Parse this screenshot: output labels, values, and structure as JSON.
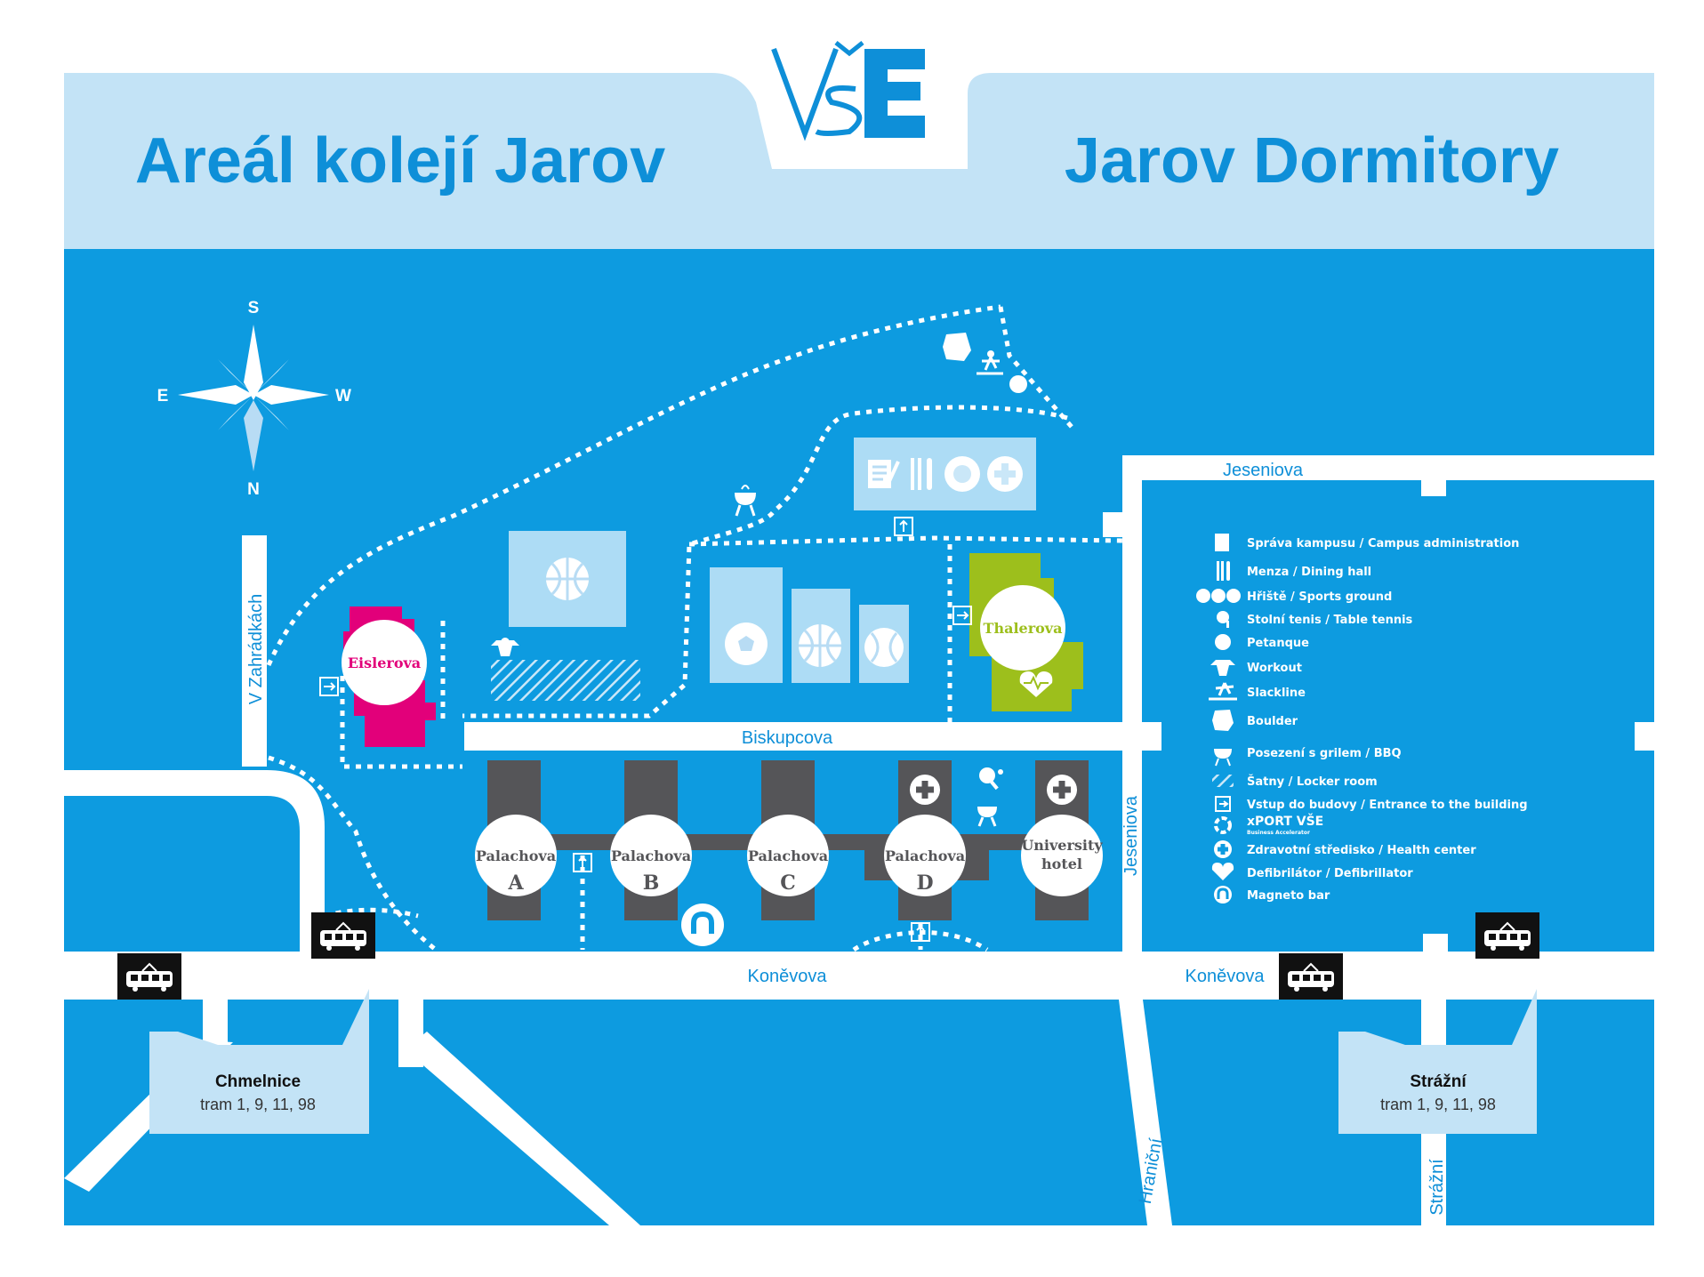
{
  "header": {
    "logo_text": "VŠE",
    "title_cz": "Areál kolejí Jarov",
    "title_en": "Jarov Dormitory"
  },
  "compass": {
    "north": "N",
    "south": "S",
    "east": "E",
    "west": "W"
  },
  "streets": {
    "v_zahradkach": "V Zahrádkách",
    "biskupcova": "Biskupcova",
    "jeseniova_top": "Jeseniova",
    "jeseniova_side": "Jeseniova",
    "konevova_left": "Koněvova",
    "konevova_right": "Koněvova",
    "hranicni": "Hraniční",
    "strazni": "Strážní"
  },
  "buildings": {
    "eislerova": "Eislerova",
    "thalerova": "Thalerova",
    "palachova_a": {
      "name": "Palachova",
      "letter": "A"
    },
    "palachova_b": {
      "name": "Palachova",
      "letter": "B"
    },
    "palachova_c": {
      "name": "Palachova",
      "letter": "C"
    },
    "palachova_d": {
      "name": "Palachova",
      "letter": "D"
    },
    "hotel_line1": "University",
    "hotel_line2": "hotel"
  },
  "tram_stops": [
    {
      "name": "Chmelnice",
      "lines": "tram 1, 9, 11, 98"
    },
    {
      "name": "Strážní",
      "lines": "tram 1, 9, 11, 98"
    }
  ],
  "legend": [
    {
      "icon": "notepad-icon",
      "label": "Správa kampusu / Campus administration"
    },
    {
      "icon": "cutlery-icon",
      "label": "Menza / Dining hall"
    },
    {
      "icon": "balls-icon",
      "label": "Hřiště / Sports ground"
    },
    {
      "icon": "table-tennis-icon",
      "label": "Stolní tenis / Table tennis"
    },
    {
      "icon": "petanque-icon",
      "label": "Petanque"
    },
    {
      "icon": "workout-icon",
      "label": "Workout"
    },
    {
      "icon": "slackline-icon",
      "label": "Slackline"
    },
    {
      "icon": "boulder-icon",
      "label": "Boulder"
    },
    {
      "icon": "bbq-icon",
      "label": "Posezení s grilem / BBQ"
    },
    {
      "icon": "hatch-icon",
      "label": "Šatny / Locker room"
    },
    {
      "icon": "entrance-icon",
      "label": "Vstup do budovy / Entrance to the building"
    },
    {
      "icon": "xport-icon",
      "label": ""
    },
    {
      "icon": "health-center-icon",
      "label": "Zdravotní středisko / Health center"
    },
    {
      "icon": "defibrillator-icon",
      "label": "Defibrilátor / Defibrillator"
    },
    {
      "icon": "magneto-icon",
      "label": "Magneto bar"
    }
  ],
  "xport_logo": {
    "text": "xPORT VŠE",
    "subtitle": "Business Accelerator"
  },
  "colors": {
    "map_blue": "#0d9be0",
    "header_light": "#c3e3f6",
    "road": "#ffffff",
    "eislerova": "#e2007a",
    "thalerova": "#9dbf1c",
    "palachova_dark": "#555558",
    "court_light": "#cae7f8"
  }
}
